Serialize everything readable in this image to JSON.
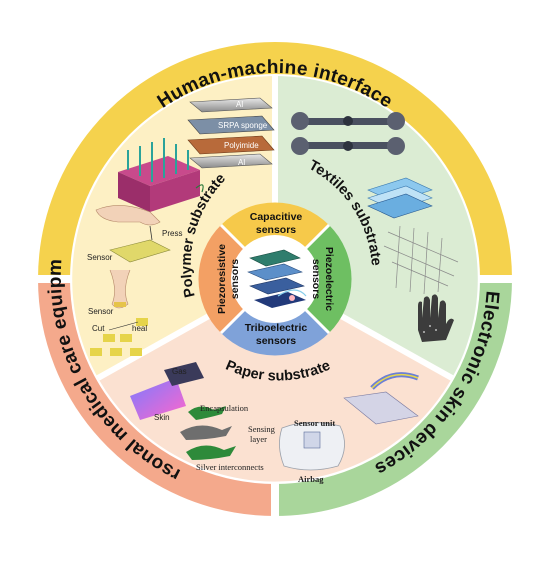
{
  "outer_ring": {
    "top": "Human-machine interface",
    "right": "Electronic skin devices",
    "left": "Personal medical care equipment"
  },
  "middle_ring": {
    "polymer": "Polymer substrate",
    "textiles": "Textiles substrate",
    "paper": "Paper substrate"
  },
  "core": {
    "capacitive_1": "Capacitive",
    "capacitive_2": "sensors",
    "piezoelectric_1": "Piezoelectric",
    "piezoelectric_2": "sensors",
    "triboelectric_1": "Triboelectric",
    "triboelectric_2": "sensors",
    "piezoresistive_1": "Piezoresistive",
    "piezoresistive_2": "sensors"
  },
  "polymer_labels": {
    "al_top": "Al",
    "srpa": "SRPA sponge",
    "polyimide": "Polyimide",
    "al_bottom": "Al",
    "press": "Press",
    "sensor": "Sensor",
    "sensor2": "Sensor",
    "cut": "Cut",
    "heal": "heal"
  },
  "paper_labels": {
    "gas": "Gas",
    "skin": "Skin",
    "encapsulation": "Encapsulation",
    "sensing_1": "Sensing",
    "sensing_2": "layer",
    "silver": "Silver interconnects",
    "sensor_unit": "Sensor unit",
    "airbag": "Airbag"
  },
  "colors": {
    "hmi": "#f5d24d",
    "eskin": "#a9d69b",
    "medical": "#f4a98c",
    "polymer_bg": "#fdf0c4",
    "textiles_bg": "#dbecd3",
    "paper_bg": "#fbe1d1",
    "capacitive": "#f6c94a",
    "piezoelectric": "#6ebf62",
    "triboelectric": "#7fa2d9",
    "piezoresistive": "#f3a064"
  }
}
